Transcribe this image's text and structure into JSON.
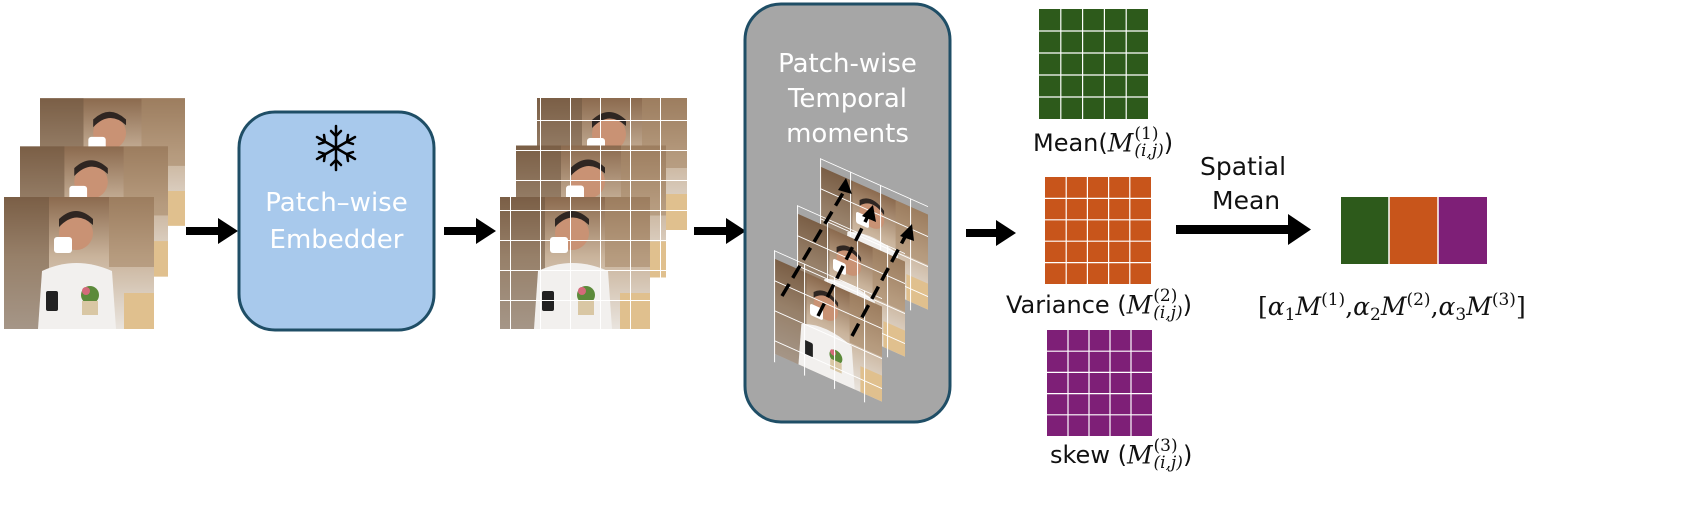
{
  "stages": {
    "embedder": {
      "title_line1": "Patch–wise",
      "title_line2": "Embedder",
      "icon": "snowflake-icon"
    },
    "moments": {
      "title_line1": "Patch-wise",
      "title_line2": "Temporal",
      "title_line3": "moments"
    }
  },
  "moment_maps": {
    "mean": {
      "prefix": "Mean(",
      "base": "M",
      "sup": "(1)",
      "sub": "(i,j)",
      "suffix": ")",
      "color": "#2d5a1b"
    },
    "variance": {
      "prefix": "Variance (",
      "base": "M",
      "sup": "(2)",
      "sub": "(i,j)",
      "suffix": ")",
      "color": "#c8551b"
    },
    "skew": {
      "prefix": "skew (",
      "base": "M",
      "sup": "(3)",
      "sub": "(i,j)",
      "suffix": ")",
      "color": "#7e1f77"
    }
  },
  "spatial_mean": {
    "line1": "Spatial",
    "line2": "Mean"
  },
  "output_vector": {
    "open": "[",
    "terms": [
      {
        "coef": "α",
        "coef_sub": "1",
        "base": "M",
        "sup": "(1)"
      },
      {
        "coef": "α",
        "coef_sub": "2",
        "base": "M",
        "sup": "(2)"
      },
      {
        "coef": "α",
        "coef_sub": "3",
        "base": "M",
        "sup": "(3)"
      }
    ],
    "separator": ",",
    "close": "]"
  },
  "colors": {
    "embedder_fill": "#a8c9ec",
    "embedder_stroke": "#1f4e66",
    "moments_fill": "#a6a6a6",
    "moments_stroke": "#1f4e66",
    "arrow": "#000000",
    "grid_line": "#ffffff"
  }
}
